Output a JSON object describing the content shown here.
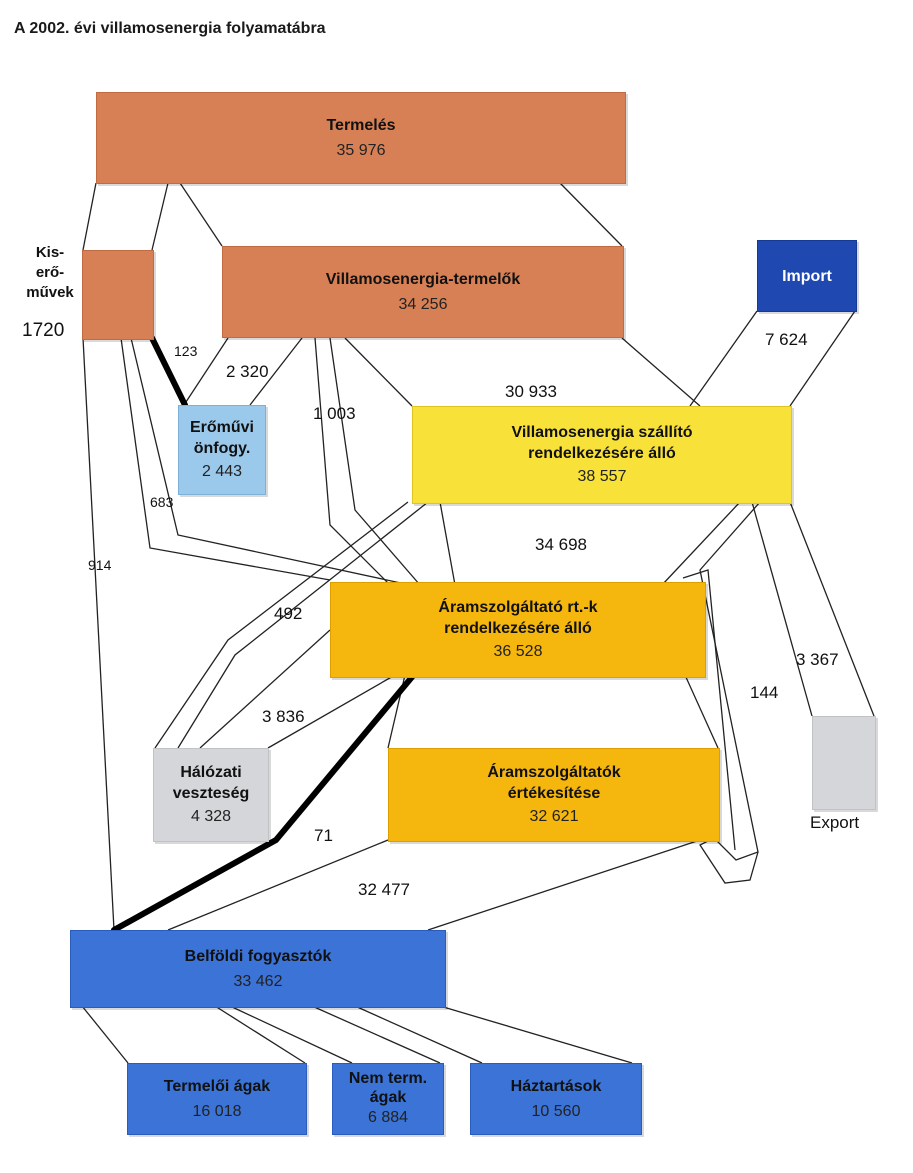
{
  "title": "A 2002. évi villamosenergia folyamatábra",
  "nodes": {
    "termeles": {
      "name": "Termelés",
      "value": "35 976"
    },
    "kiseromuvek": {
      "name_lines": [
        "Kis-",
        "erő-",
        "művek"
      ],
      "value": "1720"
    },
    "termelok": {
      "name": "Villamosenergia-termelők",
      "value": "34 256"
    },
    "import": {
      "name": "Import"
    },
    "onfogy": {
      "name_lines": [
        "Erőművi",
        "önfogy."
      ],
      "value": "2 443"
    },
    "szallito": {
      "name_lines": [
        "Villamosenergia szállító",
        "rendelkezésére álló"
      ],
      "value": "38 557"
    },
    "aramszolg": {
      "name_lines": [
        "Áramszolgáltató rt.-k",
        "rendelkezésére álló"
      ],
      "value": "36 528"
    },
    "halozati": {
      "name_lines": [
        "Hálózati",
        "veszteség"
      ],
      "value": "4 328"
    },
    "ertekesites": {
      "name_lines": [
        "Áramszolgáltatók",
        "értékesítése"
      ],
      "value": "32 621"
    },
    "export": {
      "name": "Export"
    },
    "belfoldi": {
      "name": "Belföldi fogyasztók",
      "value": "33 462"
    },
    "termeloi": {
      "name": "Termelői ágak",
      "value": "16 018"
    },
    "nemterm": {
      "name_lines": [
        "Nem term.",
        "ágak"
      ],
      "value": "6 884"
    },
    "haztartas": {
      "name": "Háztartások",
      "value": "10 560"
    }
  },
  "flows": {
    "f123": "123",
    "f2320": "2 320",
    "f1003": "1 003",
    "f30933": "30 933",
    "f7624": "7 624",
    "f683": "683",
    "f914": "914",
    "f34698": "34 698",
    "f492": "492",
    "f3367": "3 367",
    "f144": "144",
    "f3836": "3 836",
    "f71": "71",
    "f32477": "32 477"
  },
  "colors": {
    "production": "#d88055",
    "transmission": "#f8e23a",
    "distribution": "#f5b70e",
    "consumers": "#3b73d6",
    "import": "#1f48b0",
    "self_use": "#9bc9ec",
    "export": "#d4d6d9"
  }
}
